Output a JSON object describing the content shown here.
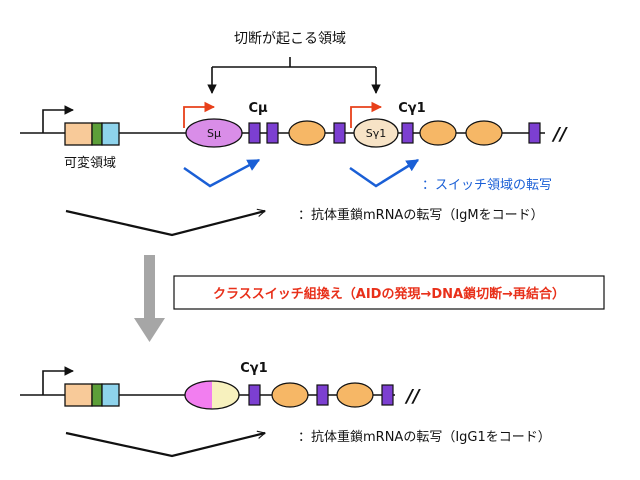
{
  "title": "切断が起こる領域",
  "labels": {
    "variable_region": "可変領域",
    "c_mu": "Cμ",
    "c_gamma1_top": "Cγ1",
    "c_gamma1_bottom": "Cγ1",
    "s_mu": "Sμ",
    "s_gamma1": "Sγ1",
    "terminator_top": "//",
    "terminator_bottom": "//"
  },
  "annotations": {
    "switch_transcription": "：スイッチ領域の転写",
    "igm_transcription": "：抗体重鎖mRNAの転写（IgMをコード）",
    "igg1_transcription": "：抗体重鎖mRNAの転写（IgG1をコード）",
    "class_switch": "クラススイッチ組換え（AIDの発現→DNA鎖切断→再結合）"
  },
  "colors": {
    "vd_orange": "#f8ca99",
    "vd_green": "#5c9f39",
    "vd_cyan": "#8ed3ec",
    "exon_purple": "#7c3fd1",
    "oval_orange": "#f6b766",
    "s_mu_fill": "#d98de8",
    "s_gamma1_fill": "#f7e3c6",
    "red_arrow": "#e8401a",
    "blue_arrow": "#1a5fd6",
    "gray_arrow": "#a6a6a6"
  }
}
